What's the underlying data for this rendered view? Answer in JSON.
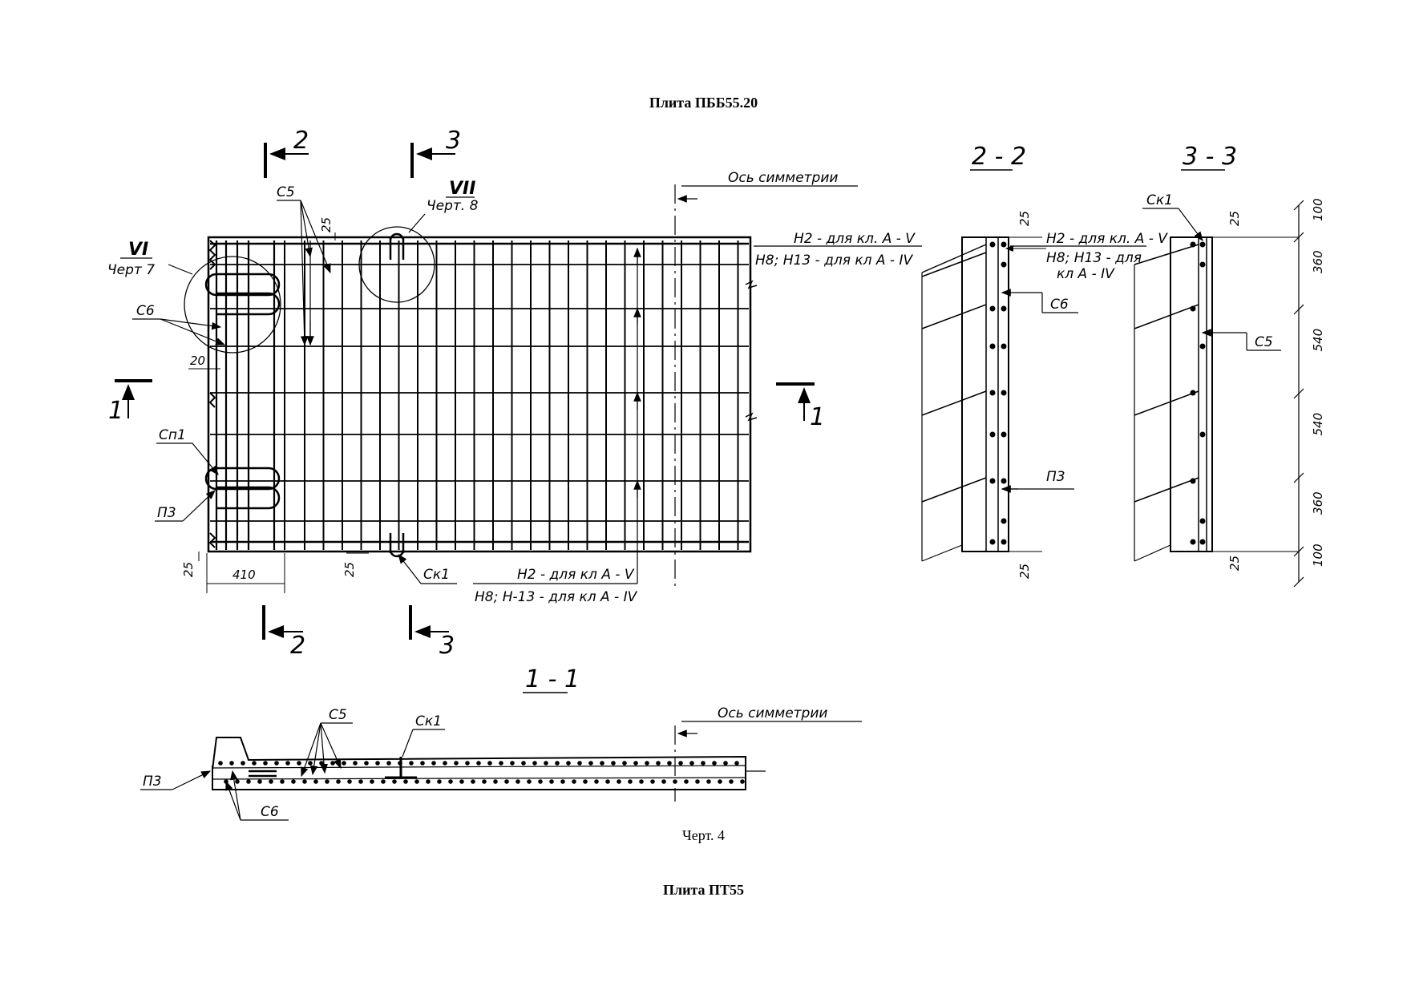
{
  "title_top": "Плита ПББ55.20",
  "title_bottom": "Плита ПТ55",
  "caption": "Черт. 4",
  "plan": {
    "section_2": "2",
    "section_3": "3",
    "section_1": "1",
    "node_vii": "VII",
    "node_vii_ref": "Черт. 8",
    "node_vi": "VI",
    "node_vi_ref": "Черт 7",
    "axis_label": "Ось симметрии",
    "label_c5": "С5",
    "label_c6": "С6",
    "label_cp1": "Сп1",
    "label_p3": "П3",
    "label_ck1": "Ск1",
    "note_h2_top": "Н2 - для кл. А - V",
    "note_h8_top": "Н8; Н13 - для кл А - IV",
    "note_h2_bottom": "Н2 - для кл А - V",
    "note_h8_bottom": "Н8; Н-13 - для кл А - IV",
    "dim_25a": "25",
    "dim_20": "20",
    "dim_25b": "25",
    "dim_410": "410",
    "dim_25c": "25"
  },
  "section22": {
    "title": "2 - 2",
    "dim_25_top": "25",
    "dim_25_bottom": "25",
    "note_h2": "Н2 - для кл. А - V",
    "note_h8_line1": "Н8; Н13 - для",
    "note_h8_line2": "кл  А - IV",
    "label_c6": "С6",
    "label_p3": "П3"
  },
  "section33": {
    "title": "3 - 3",
    "label_ck1": "Ск1",
    "label_c5": "С5",
    "dim_25_top": "25",
    "dim_25_bottom": "25",
    "dims_right": [
      "100",
      "360",
      "540",
      "540",
      "360",
      "100"
    ]
  },
  "section11": {
    "title": "1 - 1",
    "axis_label": "Ось симметрии",
    "label_c5": "С5",
    "label_ck1": "Ск1",
    "label_p3": "П3",
    "label_c6": "С6"
  }
}
